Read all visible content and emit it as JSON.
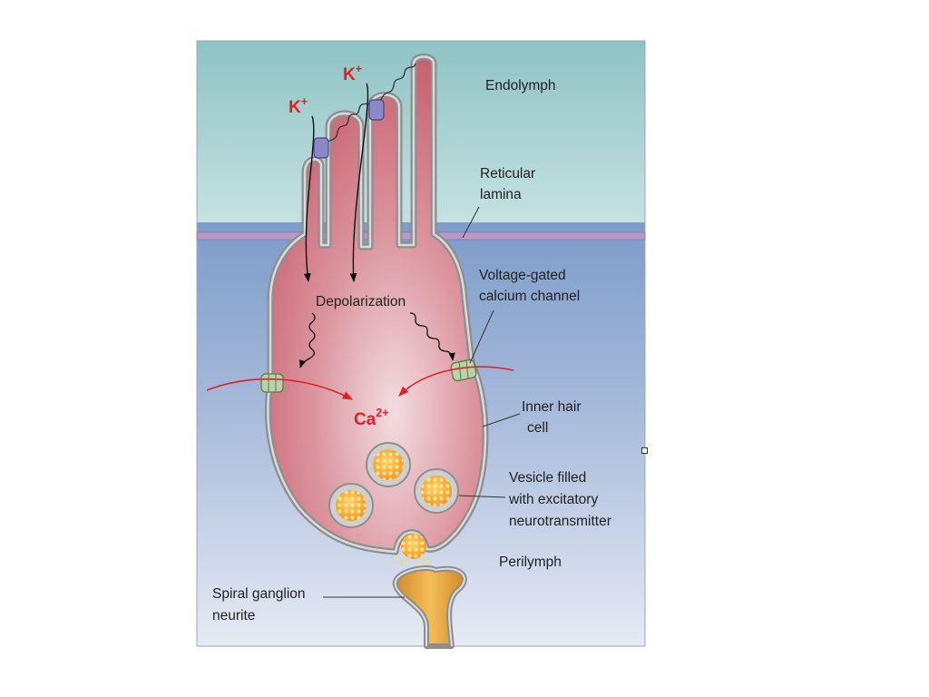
{
  "labels": {
    "endolymph": "Endolymph",
    "reticular_lamina_1": "Reticular",
    "reticular_lamina_2": "lamina",
    "voltage_gated_1": "Voltage-gated",
    "voltage_gated_2": "calcium channel",
    "inner_hair_cell_1": "Inner hair",
    "inner_hair_cell_2": "cell",
    "vesicle_1": "Vesicle filled",
    "vesicle_2": "with excitatory",
    "vesicle_3": "neurotransmitter",
    "perilymph": "Perilymph",
    "spiral_ganglion_1": "Spiral ganglion",
    "spiral_ganglion_2": "neurite",
    "depolarization": "Depolarization"
  },
  "ions": {
    "potassium_symbol": "K",
    "potassium_charge": "+",
    "calcium_symbol": "Ca",
    "calcium_charge": "2+"
  },
  "colors": {
    "endolymph_top": "#8fc4c6",
    "perilymph_bottom": "#e3e8f3",
    "cell_fill": "#cc6270",
    "membrane": "#9a9a9a",
    "ion_red": "#e01f26",
    "vesicle": "#f0a22c",
    "neurite": "#e8a43a"
  }
}
